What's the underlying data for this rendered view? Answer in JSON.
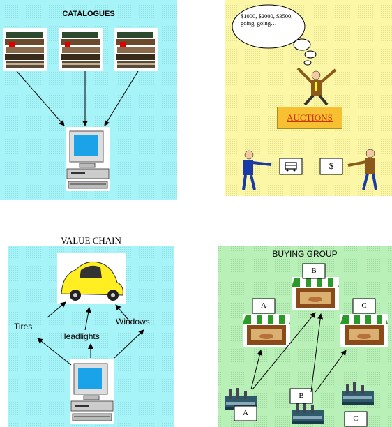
{
  "catalogues": {
    "title": "CATALOGUES"
  },
  "auctions": {
    "bubble_text": "$1000, $2000, $3500, going, going…",
    "button_label": "AUCTIONS",
    "symbols": {
      "bus": "bus-icon",
      "dollar": "$"
    }
  },
  "value_chain": {
    "title": "VALUE CHAIN",
    "labels": {
      "tires": "Tires",
      "headlights": "Headlights",
      "windows": "Windows"
    }
  },
  "buying_group": {
    "title": "BUYING GROUP",
    "box_labels": {
      "b_top": "B",
      "a_top": "A",
      "c_top": "C",
      "b_bottom": "B",
      "a_bottom": "A",
      "c_bottom": "C"
    }
  },
  "colors": {
    "cyan": "#a6f3f8",
    "yellow": "#fbf7a6",
    "green": "#b8f0b8",
    "link": "#cc3300"
  }
}
